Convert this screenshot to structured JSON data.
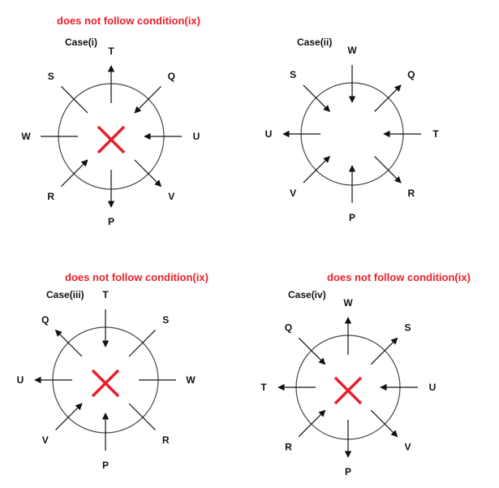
{
  "colors": {
    "warning": "#e8202a",
    "cross": "#e8202a",
    "line": "#222222"
  },
  "cases": [
    {
      "title": "Case(i)",
      "warning": "does not follow condition(ix)",
      "crossed": true,
      "spokes": [
        {
          "dir": "N",
          "label": "T",
          "arrow": "out"
        },
        {
          "dir": "NE",
          "label": "Q",
          "arrow": "in"
        },
        {
          "dir": "E",
          "label": "U",
          "arrow": "in"
        },
        {
          "dir": "SE",
          "label": "V",
          "arrow": "out"
        },
        {
          "dir": "S",
          "label": "P",
          "arrow": "out"
        },
        {
          "dir": "SW",
          "label": "R",
          "arrow": "in"
        },
        {
          "dir": "W",
          "label": "W",
          "arrow": "none"
        },
        {
          "dir": "NW",
          "label": "S",
          "arrow": "none"
        }
      ]
    },
    {
      "title": "Case(ii)",
      "warning": null,
      "crossed": false,
      "spokes": [
        {
          "dir": "N",
          "label": "W",
          "arrow": "in"
        },
        {
          "dir": "NE",
          "label": "Q",
          "arrow": "out"
        },
        {
          "dir": "E",
          "label": "T",
          "arrow": "in"
        },
        {
          "dir": "SE",
          "label": "R",
          "arrow": "out"
        },
        {
          "dir": "S",
          "label": "P",
          "arrow": "in"
        },
        {
          "dir": "SW",
          "label": "V",
          "arrow": "in"
        },
        {
          "dir": "W",
          "label": "U",
          "arrow": "out"
        },
        {
          "dir": "NW",
          "label": "S",
          "arrow": "in"
        }
      ]
    },
    {
      "title": "Case(iii)",
      "warning": "does not follow condition(ix)",
      "crossed": true,
      "spokes": [
        {
          "dir": "N",
          "label": "T",
          "arrow": "in"
        },
        {
          "dir": "NE",
          "label": "S",
          "arrow": "none"
        },
        {
          "dir": "E",
          "label": "W",
          "arrow": "none"
        },
        {
          "dir": "SE",
          "label": "R",
          "arrow": "none"
        },
        {
          "dir": "S",
          "label": "P",
          "arrow": "in"
        },
        {
          "dir": "SW",
          "label": "V",
          "arrow": "in"
        },
        {
          "dir": "W",
          "label": "U",
          "arrow": "out"
        },
        {
          "dir": "NW",
          "label": "Q",
          "arrow": "out"
        }
      ]
    },
    {
      "title": "Case(iv)",
      "warning": "does not follow condition(ix)",
      "crossed": true,
      "spokes": [
        {
          "dir": "N",
          "label": "W",
          "arrow": "out"
        },
        {
          "dir": "NE",
          "label": "S",
          "arrow": "out"
        },
        {
          "dir": "E",
          "label": "U",
          "arrow": "in"
        },
        {
          "dir": "SE",
          "label": "V",
          "arrow": "out"
        },
        {
          "dir": "S",
          "label": "P",
          "arrow": "out"
        },
        {
          "dir": "SW",
          "label": "R",
          "arrow": "in"
        },
        {
          "dir": "W",
          "label": "T",
          "arrow": "out"
        },
        {
          "dir": "NW",
          "label": "Q",
          "arrow": "in"
        }
      ]
    }
  ]
}
